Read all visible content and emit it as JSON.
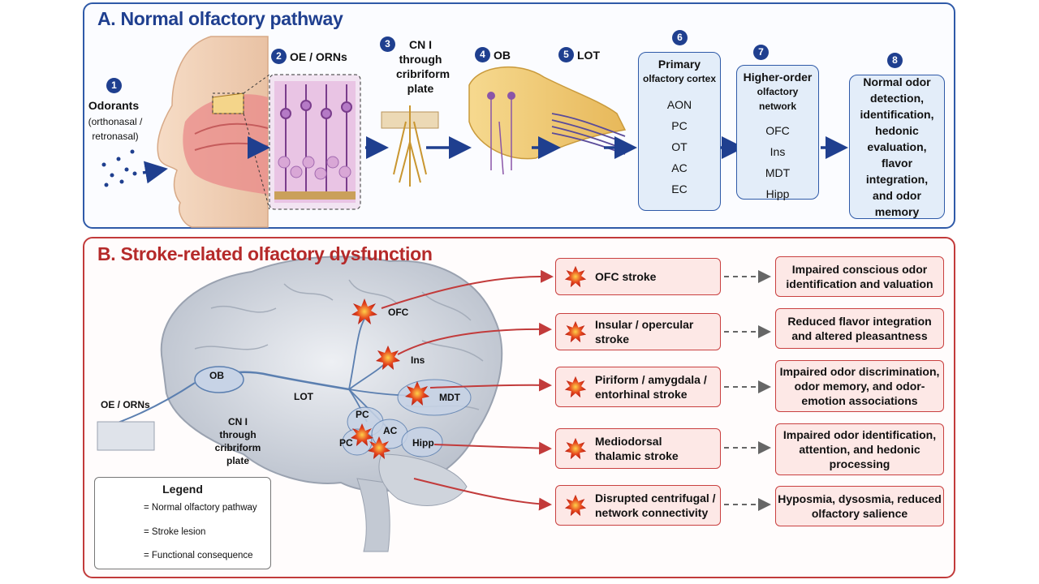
{
  "panel_a": {
    "title": "A. Normal olfactory pathway",
    "steps": [
      {
        "num": "1",
        "label": "Odorants",
        "sub": "(orthonasal / retronasal)"
      },
      {
        "num": "2",
        "label": "OE / ORNs"
      },
      {
        "num": "3",
        "label": "CN I through cribriform plate"
      },
      {
        "num": "4",
        "label": "OB"
      },
      {
        "num": "5",
        "label": "LOT"
      },
      {
        "num": "6",
        "label": "Primary",
        "sub": "olfactory cortex",
        "regions": [
          "AON",
          "PC",
          "OT",
          "AC",
          "EC"
        ]
      },
      {
        "num": "7",
        "label": "Higher-order",
        "sub": "olfactory network",
        "regions": [
          "OFC",
          "Ins",
          "MDT",
          "Hipp"
        ]
      },
      {
        "num": "8",
        "label": "Normal odor detection, identification, hedonic evaluation, flavor integration, and odor memory"
      }
    ]
  },
  "panel_b": {
    "title": "B. Stroke-related olfactory dysfunction",
    "brain_labels": {
      "oe_orns": "OE / ORNs",
      "ob": "OB",
      "cn": "CN I through cribriform plate",
      "lot": "LOT",
      "ofc": "OFC",
      "ins": "Ins",
      "mdt": "MDT",
      "pc1": "PC",
      "pc2": "PC",
      "ac": "AC",
      "hipp": "Hipp"
    },
    "strokes": [
      {
        "label": "OFC stroke",
        "consequence": "Impaired conscious odor identification and valuation"
      },
      {
        "label": "Insular / opercular stroke",
        "consequence": "Reduced flavor integration and altered pleasantness"
      },
      {
        "label": "Piriform / amygdala / entorhinal stroke",
        "consequence": "Impaired odor discrimination, odor memory, and odor-emotion associations"
      },
      {
        "label": "Mediodorsal thalamic stroke",
        "consequence": "Impaired odor identification, attention, and hedonic processing"
      },
      {
        "label": "Disrupted centrifugal / network connectivity",
        "consequence": "Hyposmia, dysosmia, reduced olfactory salience"
      }
    ],
    "legend": {
      "title": "Legend",
      "items": [
        "= Normal olfactory pathway",
        "= Stroke lesion",
        "= Functional consequence"
      ]
    }
  },
  "colors": {
    "blue": "#1f3f8f",
    "red": "#c23b3b",
    "box_blue_fill": "#e3edf9",
    "box_red_fill": "#fde8e6"
  }
}
